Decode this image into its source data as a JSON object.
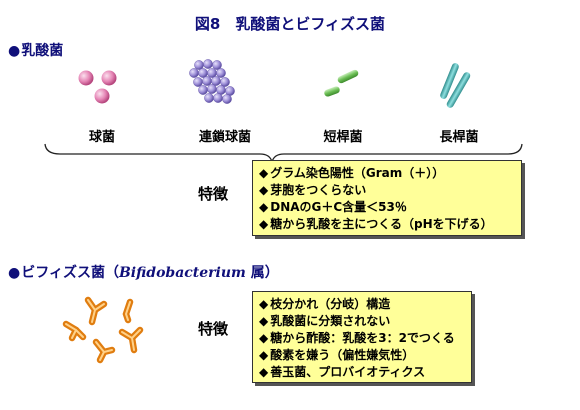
{
  "title": "図8　乳酸菌とビフィズス菌",
  "lactic": {
    "heading_bullet": "●",
    "heading": "乳酸菌",
    "types": [
      "球菌",
      "連鎖球菌",
      "短桿菌",
      "長桿菌"
    ],
    "feature_label": "特徴",
    "features": [
      "グラム染色陽性（Gram（＋））",
      "芽胞をつくらない",
      "DNAのG＋C含量＜53％",
      "糖から乳酸を主につくる（pHを下げる）"
    ]
  },
  "bifido": {
    "heading_bullet": "●",
    "heading_pre": "ビフィズス菌（",
    "heading_latin": "Bifidobacterium",
    "heading_post": " 属）",
    "feature_label": "特徴",
    "features": [
      "枝分かれ（分岐）構造",
      "乳酸菌に分類されない",
      "糖から酢酸：乳酸を3：2でつくる",
      "酸素を嫌う（偏性嫌気性）",
      "善玉菌、プロバイオティクス"
    ]
  },
  "colors": {
    "heading": "#10107a",
    "feature_box": "#ffff99",
    "coccus": "#d6679d",
    "streptococcus": "#8a7cc6",
    "short_rod": "#6cbf55",
    "long_rod": "#3fa8a8",
    "bifido": "#f0a030"
  },
  "icons": [
    "coccus-cells-icon",
    "streptococcus-cluster-icon",
    "short-rod-icon",
    "long-rod-icon",
    "bifidobacterium-icon",
    "brace-icon"
  ]
}
